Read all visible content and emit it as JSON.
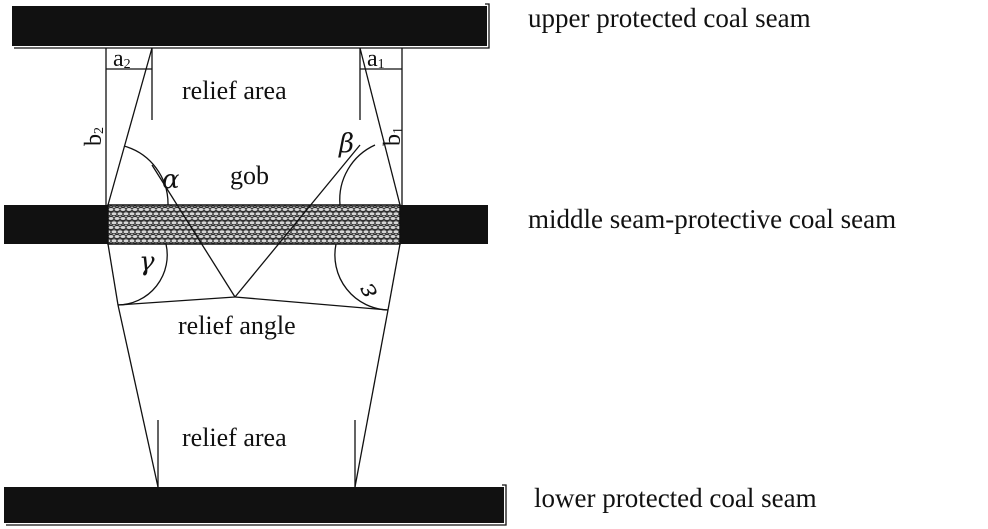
{
  "labels": {
    "upper_seam": "upper protected coal seam",
    "middle_seam": "middle seam-protective coal seam",
    "lower_seam": "lower protected coal seam",
    "relief_area_top": "relief area",
    "relief_area_bottom": "relief area",
    "gob": "gob",
    "relief_angle": "relief angle"
  },
  "dimensions": {
    "a2": {
      "base": "a",
      "sub": "2"
    },
    "a1": {
      "base": "a",
      "sub": "1"
    },
    "b2": {
      "base": "b",
      "sub": "2"
    },
    "b1": {
      "base": "b",
      "sub": "1"
    }
  },
  "angles": {
    "alpha": "α",
    "beta": "β",
    "gamma": "γ",
    "epsilon": "ε"
  },
  "colors": {
    "seam": "#111111",
    "line": "#111111",
    "background": "#ffffff"
  }
}
